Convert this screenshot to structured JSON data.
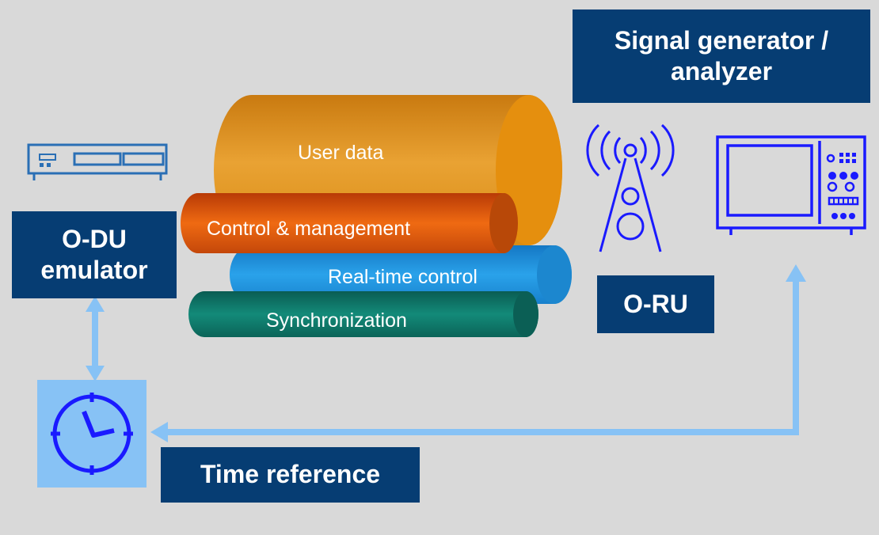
{
  "title_box": {
    "line1": "Signal generator /",
    "line2": "analyzer"
  },
  "odu_box": {
    "line1": "O-DU",
    "line2": "emulator"
  },
  "oru_box": {
    "label": "O-RU"
  },
  "time_box": {
    "label": "Time reference"
  },
  "pipes": {
    "user_data": "User data",
    "control": "Control & management",
    "realtime": "Real-time control",
    "sync": "Synchronization"
  },
  "icons": {
    "odu": "server-rack-icon",
    "antenna": "radio-tower-icon",
    "analyzer": "signal-analyzer-icon",
    "clock": "clock-icon"
  },
  "colors": {
    "background": "#d9d9d9",
    "label_bg": "#063d73",
    "user_data_pipe": "#e69a1f",
    "control_pipe": "#e0520f",
    "realtime_pipe": "#1e8fd6",
    "sync_pipe": "#0c6f63",
    "arrow": "#87c2f5",
    "icon_blue": "#1a1aff"
  }
}
